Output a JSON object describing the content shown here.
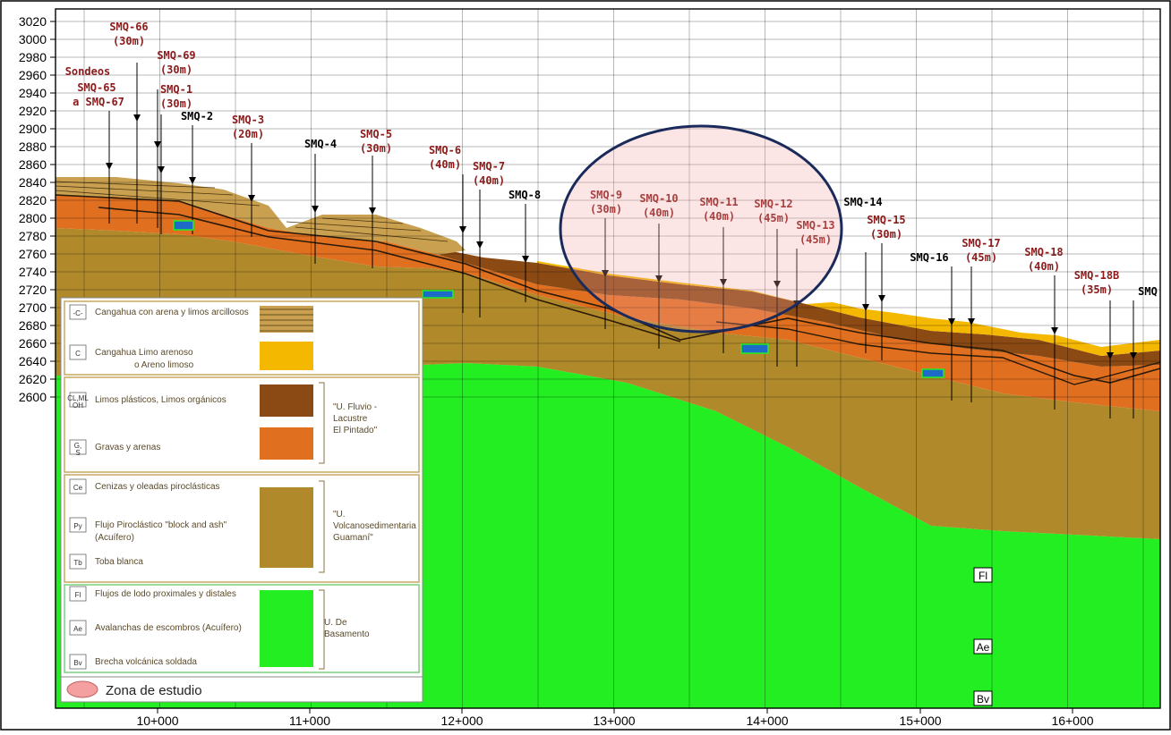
{
  "axes": {
    "y_ticks": [
      "3020",
      "3000",
      "2980",
      "2960",
      "2940",
      "2920",
      "2900",
      "2880",
      "2860",
      "2840",
      "2820",
      "2800",
      "2780",
      "2760",
      "2740",
      "2720",
      "2700",
      "2680",
      "2660",
      "2640",
      "2620",
      "2600"
    ],
    "x_ticks": [
      "10+000",
      "11+000",
      "12+000",
      "13+000",
      "14+000",
      "15+000",
      "16+000"
    ]
  },
  "boreholes": [
    {
      "name": "SMQ-66",
      "depth": "(30m)",
      "color": "#8b1a1a"
    },
    {
      "name": "SMQ-69",
      "depth": "(30m)",
      "color": "#8b1a1a"
    },
    {
      "name": "Sondeos",
      "depth": "",
      "color": "#8b1a1a"
    },
    {
      "name": "SMQ-65",
      "depth": "",
      "color": "#8b1a1a"
    },
    {
      "name": "a SMQ-67",
      "depth": "",
      "color": "#8b1a1a"
    },
    {
      "name": "SMQ-1",
      "depth": "(30m)",
      "color": "#8b1a1a"
    },
    {
      "name": "SMQ-2",
      "depth": "",
      "color": "#000000"
    },
    {
      "name": "SMQ-3",
      "depth": "(20m)",
      "color": "#8b1a1a"
    },
    {
      "name": "SMQ-4",
      "depth": "",
      "color": "#000000"
    },
    {
      "name": "SMQ-5",
      "depth": "(30m)",
      "color": "#8b1a1a"
    },
    {
      "name": "SMQ-6",
      "depth": "(40m)",
      "color": "#8b1a1a"
    },
    {
      "name": "SMQ-7",
      "depth": "(40m)",
      "color": "#8b1a1a"
    },
    {
      "name": "SMQ-8",
      "depth": "",
      "color": "#000000"
    },
    {
      "name": "SMQ-9",
      "depth": "(30m)",
      "color": "#8b1a1a"
    },
    {
      "name": "SMQ-10",
      "depth": "(40m)",
      "color": "#8b1a1a"
    },
    {
      "name": "SMQ-11",
      "depth": "(40m)",
      "color": "#8b1a1a"
    },
    {
      "name": "SMQ-12",
      "depth": "(45m)",
      "color": "#8b1a1a"
    },
    {
      "name": "SMQ-13",
      "depth": "(45m)",
      "color": "#8b1a1a"
    },
    {
      "name": "SMQ-14",
      "depth": "",
      "color": "#000000"
    },
    {
      "name": "SMQ-15",
      "depth": "(30m)",
      "color": "#8b1a1a"
    },
    {
      "name": "SMQ-16",
      "depth": "",
      "color": "#000000"
    },
    {
      "name": "SMQ-17",
      "depth": "(45m)",
      "color": "#8b1a1a"
    },
    {
      "name": "SMQ-18",
      "depth": "(40m)",
      "color": "#8b1a1a"
    },
    {
      "name": "SMQ-18B",
      "depth": "(35m)",
      "color": "#8b1a1a"
    },
    {
      "name": "SMQ",
      "depth": "",
      "color": "#000000"
    }
  ],
  "legend": {
    "rows": [
      {
        "code": "-C-",
        "label": "Cangahua con arena y limos arcillosos",
        "color": "#c8a050"
      },
      {
        "code": "C",
        "label": "Cangahua Limo arenoso",
        "label2": "o Areno limoso",
        "color": "#f5b800"
      },
      {
        "code": "CL,ML OH",
        "label": "Limos plásticos, Limos orgánicos",
        "color": "#8b4a14"
      },
      {
        "code": "G, S",
        "label": "Gravas y arenas",
        "color": "#e07020"
      },
      {
        "code": "Ce",
        "label": "Cenizas y oleadas piroclásticas",
        "color": "#b08a2a"
      },
      {
        "code": "Py",
        "label": "Flujo Piroclástico \"block and ash\"",
        "label2": "(Acuífero)",
        "color": "#b08a2a"
      },
      {
        "code": "Tb",
        "label": "Toba blanca",
        "color": "#b08a2a"
      },
      {
        "code": "Fl",
        "label": "Flujos de lodo proximales y distales",
        "color": "#22ee22"
      },
      {
        "code": "Ae",
        "label": "Avalanchas de escombros (Acuífero)",
        "color": "#22ee22"
      },
      {
        "code": "Bv",
        "label": "Brecha volcánica soldada",
        "color": "#22ee22"
      }
    ],
    "groups": [
      {
        "l1": "\"U. Fluvio -",
        "l2": "Lacustre",
        "l3": "El Pintado\""
      },
      {
        "l1": "\"U.",
        "l2": "Volcanosedimentaria",
        "l3": "Guamaní\""
      },
      {
        "l1": "U. De",
        "l2": "Basamento",
        "l3": ""
      }
    ],
    "zona": "Zona de estudio",
    "zona_color": "#f4a0a0"
  },
  "unit_labels": [
    "Fl",
    "Ae",
    "Bv"
  ],
  "colors": {
    "basement": "#22ee22",
    "volcanosed": "#b08a2a",
    "gravas": "#e07020",
    "limos": "#8b4a14",
    "cangahua": "#f5b800",
    "cangahua_arena": "#c8a050",
    "study_zone_outline": "#1a2a5a"
  }
}
